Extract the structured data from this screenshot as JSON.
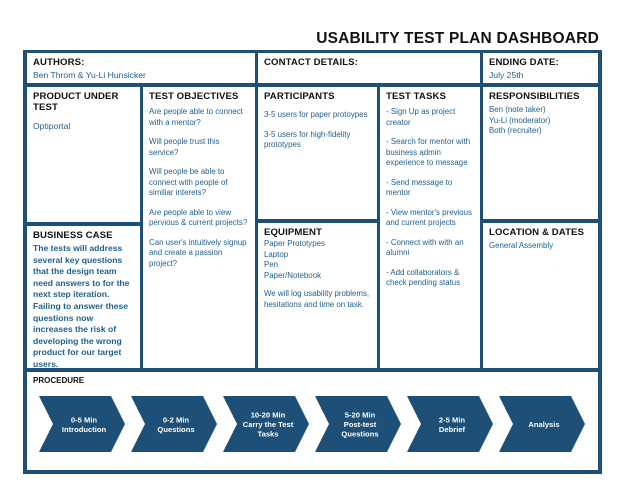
{
  "title": "USABILITY TEST PLAN DASHBOARD",
  "authors": {
    "label": "AUTHORS:",
    "value": "Ben Throm & Yu-Li Hunsicker"
  },
  "contact": {
    "label": "CONTACT DETAILS:"
  },
  "ending": {
    "label": "ENDING DATE:",
    "value": "July 25th"
  },
  "product": {
    "label": "PRODUCT UNDER TEST",
    "value": "Optiportal"
  },
  "objectives": {
    "label": "TEST OBJECTIVES",
    "items": [
      "Are people able to connect with a mentor?",
      "Will people trust this service?",
      "Will people be able to connect with people of similiar interets?",
      "Are people able to view pervious & current projects?",
      "Can user's intuitively signup and create a passion project?"
    ]
  },
  "participants": {
    "label": "PARTICIPANTS",
    "items": [
      "3-5 users for paper protoypes",
      "3-5 users for high-fidelity prototypes"
    ]
  },
  "tasks": {
    "label": "TEST TASKS",
    "items": [
      "- Sign Up as project creator",
      "- Search for mentor with business admin experience to message",
      "- Send message to mentor",
      "- View mentor's previous and current projects",
      "- Connect with with an alumni",
      "- Add collaborators & check pending status"
    ]
  },
  "responsibilities": {
    "label": "RESPONSIBILITIES",
    "items": [
      "Ben (note taker)",
      "Yu-Li (moderator)",
      "Both (recruiter)"
    ]
  },
  "business": {
    "label": "BUSINESS CASE",
    "text": "The tests will address several key questions that the design team need answers to for the next step iteration. Failing to answer these questions now increases the risk of developing the wrong product for our target users."
  },
  "equipment": {
    "label": "EQUIPMENT",
    "items": [
      "Paper Prototypes",
      "Laptop",
      "Pen",
      "Paper/Notebook"
    ],
    "note": "We will log usability problems, hesitations and time on task."
  },
  "location": {
    "label": "LOCATION & DATES",
    "value": "General Assembly"
  },
  "procedure": {
    "label": "PROCEDURE",
    "steps": [
      {
        "line1": "0-5 Min",
        "line2": "Introduction",
        "line3": ""
      },
      {
        "line1": "0-2 Min",
        "line2": "Questions",
        "line3": ""
      },
      {
        "line1": "10-20 Min",
        "line2": "Carry the Test",
        "line3": "Tasks"
      },
      {
        "line1": "5-20 Min",
        "line2": "Post-test",
        "line3": "Questions"
      },
      {
        "line1": "2-5 Min",
        "line2": "Debrief",
        "line3": ""
      },
      {
        "line1": "Analysis",
        "line2": "",
        "line3": ""
      }
    ],
    "chevron_color": "#1d4f77",
    "text_color": "#ffffff"
  },
  "colors": {
    "frame": "#1d4f77",
    "accent_text": "#1f5f8d"
  }
}
